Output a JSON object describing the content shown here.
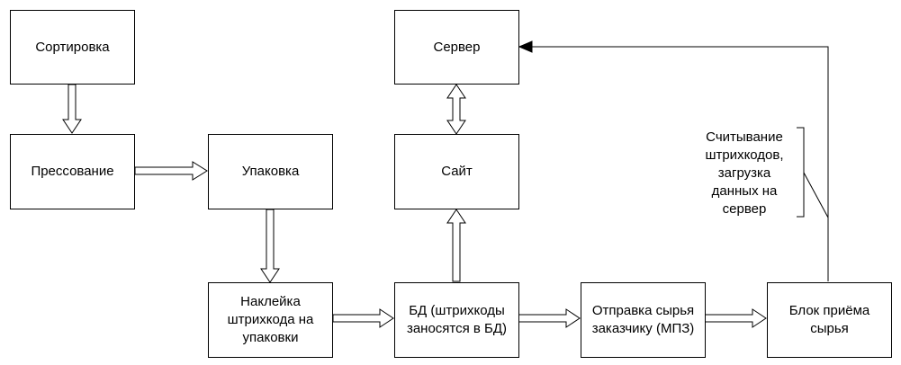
{
  "nodes": {
    "sorting": "Сортировка",
    "pressing": "Прессование",
    "packing": "Упаковка",
    "barcode_label": "Наклейка\nштрихкода на\nупаковки",
    "server": "Сервер",
    "site": "Сайт",
    "db": "БД (штрихкоды\nзаносятся в БД)",
    "shipping": "Отправка сырья\nзаказчику (МПЗ)",
    "receiving": "Блок приёма\nсырья"
  },
  "annotation": "Считывание\nштрихкодов,\nзагрузка\nданных на\nсервер",
  "edges": [
    {
      "from": "sorting",
      "to": "pressing",
      "style": "hollow"
    },
    {
      "from": "pressing",
      "to": "packing",
      "style": "hollow"
    },
    {
      "from": "packing",
      "to": "barcode_label",
      "style": "hollow"
    },
    {
      "from": "barcode_label",
      "to": "db",
      "style": "hollow"
    },
    {
      "from": "db",
      "to": "site",
      "style": "hollow"
    },
    {
      "from": "site",
      "to": "server",
      "style": "hollow-bidirectional"
    },
    {
      "from": "db",
      "to": "shipping",
      "style": "hollow"
    },
    {
      "from": "shipping",
      "to": "receiving",
      "style": "hollow"
    },
    {
      "from": "receiving",
      "to": "server",
      "style": "line"
    }
  ]
}
